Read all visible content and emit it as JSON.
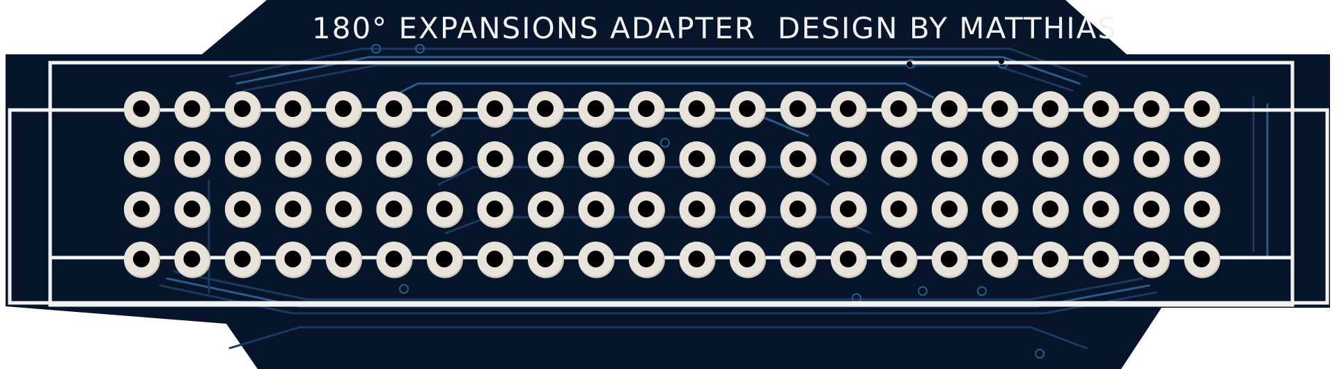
{
  "board": {
    "silkscreen_text": "180° EXPANSIONS ADAPTER  DESIGN BY MATTHIAS",
    "pad_rows": 4,
    "pad_columns": 22,
    "colors": {
      "board": "#07152a",
      "trace": "#1a3a63",
      "trace_light": "#2b5c8c",
      "silkscreen": "#f2f2f2",
      "pad_ring": "#e8e4dc",
      "pad_ring_shadow": "#cfc9be",
      "drill": "#000000"
    }
  }
}
